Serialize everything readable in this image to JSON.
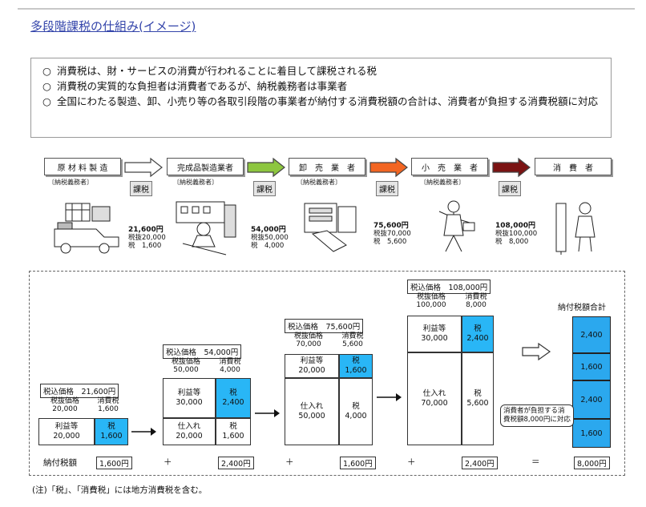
{
  "title": "多段階課税の仕組み(イメージ)",
  "summary": [
    {
      "mark": "○",
      "text": "消費税は、財・サービスの消費が行われることに着目して課税される税"
    },
    {
      "mark": "○",
      "text": "消費税の実質的な負担者は消費者であるが、納税義務者は事業者"
    },
    {
      "mark": "○",
      "text": "全国にわたる製造、卸、小売り等の各取引段階の事業者が納付する消費税額の合計は、消費者が負担する消費税額に対応"
    }
  ],
  "stages": [
    {
      "label": "原 材 料 製 造",
      "sub": "〔納税義務者〕"
    },
    {
      "label": "完成品製造業者",
      "sub": "〔納税義務者〕"
    },
    {
      "label": "卸　売　業　者",
      "sub": "〔納税義務者〕"
    },
    {
      "label": "小　売　業　者",
      "sub": "〔納税義務者〕"
    },
    {
      "label": "消　費　者",
      "sub": ""
    }
  ],
  "arrow_colors": [
    "#ffffff",
    "#8dc63f",
    "#f26522",
    "#7b1313"
  ],
  "kazei_label": "課税",
  "flows": [
    {
      "price": "21,600円",
      "l1": "税抜20,000",
      "l2": "税　1,600"
    },
    {
      "price": "54,000円",
      "l1": "税抜50,000",
      "l2": "税　4,000"
    },
    {
      "price": "75,600円",
      "l1": "税抜70,000",
      "l2": "税　5,600"
    },
    {
      "price": "108,000円",
      "l1": "税抜100,000",
      "l2": "税　8,000"
    }
  ],
  "blocks": [
    {
      "header": "税込価格　21,600円",
      "nl": "税抜価格",
      "nv": "20,000",
      "tl": "消費税",
      "tv": "1,600",
      "pl": "利益等",
      "pv": "20,000",
      "tax_l": "税",
      "tax_v": "1,600"
    },
    {
      "header": "税込価格　54,000円",
      "nl": "税抜価格",
      "nv": "50,000",
      "tl": "消費税",
      "tv": "4,000",
      "pl": "利益等",
      "pv": "30,000",
      "tax_l": "税",
      "tax_v": "2,400",
      "il": "仕入れ",
      "iv": "20,000",
      "itl": "税",
      "itv": "1,600"
    },
    {
      "header": "税込価格　75,600円",
      "nl": "税抜価格",
      "nv": "70,000",
      "tl": "消費税",
      "tv": "5,600",
      "pl": "利益等",
      "pv": "20,000",
      "tax_l": "税",
      "tax_v": "1,600",
      "il": "仕入れ",
      "iv": "50,000",
      "itl": "税",
      "itv": "4,000"
    },
    {
      "header": "税込価格　108,000円",
      "nl": "税抜価格",
      "nv": "100,000",
      "tl": "消費税",
      "tv": "8,000",
      "pl": "利益等",
      "pv": "30,000",
      "tax_l": "税",
      "tax_v": "2,400",
      "il": "仕入れ",
      "iv": "70,000",
      "itl": "税",
      "itv": "5,600"
    }
  ],
  "total": {
    "label": "納付税額合計",
    "values": [
      "2,400",
      "1,600",
      "2,400",
      "1,600"
    ],
    "callout": "消費者が負担する消費税額8,000円に対応"
  },
  "bottom": {
    "label": "納付税額",
    "amounts": [
      "1,600円",
      "2,400円",
      "1,600円",
      "2,400円",
      "8,000円"
    ],
    "ops": [
      "＋",
      "＋",
      "＋",
      "＝"
    ]
  },
  "note": "(注)「税」、「消費税」には地方消費税を含む。"
}
